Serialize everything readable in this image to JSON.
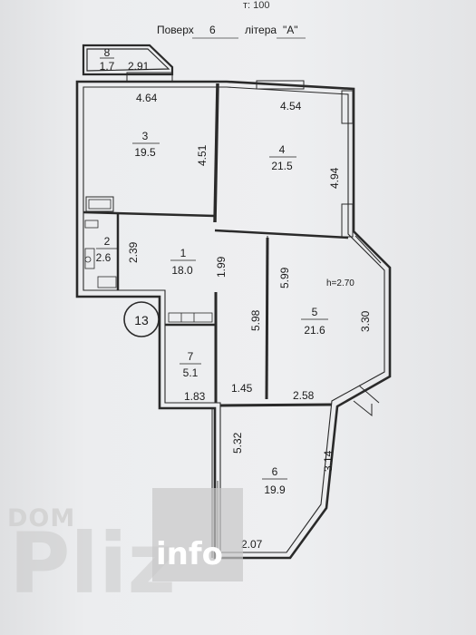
{
  "header": {
    "top_fragment": "т: 100",
    "floor_label": "Поверх",
    "floor_value": "6",
    "letter_label": "літера",
    "letter_value": "\"А\""
  },
  "rooms": [
    {
      "number": "8",
      "area": "1.7"
    },
    {
      "number": "3",
      "area": "19.5"
    },
    {
      "number": "4",
      "area": "21.5"
    },
    {
      "number": "2",
      "area": "2.6"
    },
    {
      "number": "1",
      "area": "18.0"
    },
    {
      "number": "5",
      "area": "21.6"
    },
    {
      "number": "7",
      "area": "5.1"
    },
    {
      "number": "6",
      "area": "19.9"
    }
  ],
  "dimensions": {
    "d_2_91": "2.91",
    "d_4_64": "4.64",
    "d_4_54": "4.54",
    "d_4_51": "4.51",
    "d_4_94": "4.94",
    "d_2_39": "2.39",
    "d_1_99": "1.99",
    "d_5_99": "5.99",
    "d_5_98": "5.98",
    "d_3_30": "3.30",
    "d_1_83": "1.83",
    "d_1_45": "1.45",
    "d_2_58": "2.58",
    "d_5_32": "5.32",
    "d_3_14": "3.14",
    "d_2_07": "2.07"
  },
  "ceiling_height": "h=2.70",
  "stair_number": "13",
  "watermark": {
    "top": "DOM",
    "big": "Pliz",
    "info": "info"
  }
}
